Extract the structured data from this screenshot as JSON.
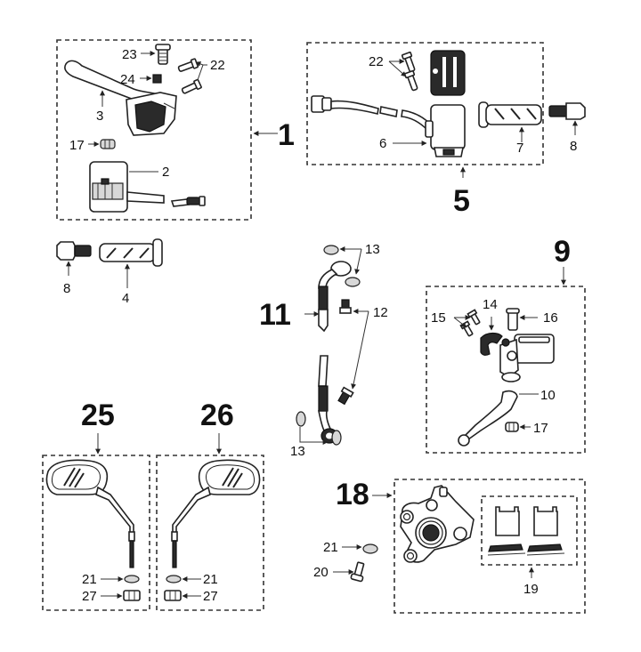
{
  "diagram": {
    "type": "exploded-parts-diagram",
    "subject": "handlebar controls, brake components and mirrors",
    "assemblies": [
      {
        "id": "1",
        "label": "1",
        "parts": [
          "2",
          "3",
          "17",
          "22",
          "23",
          "24"
        ]
      },
      {
        "id": "5",
        "label": "5",
        "parts": [
          "6",
          "7",
          "22"
        ]
      },
      {
        "id": "9",
        "label": "9",
        "parts": [
          "10",
          "14",
          "15",
          "16",
          "17"
        ]
      },
      {
        "id": "11",
        "label": "11",
        "parts": [
          "12",
          "13"
        ]
      },
      {
        "id": "18",
        "label": "18",
        "parts": [
          "19"
        ]
      },
      {
        "id": "25",
        "label": "25",
        "parts": [
          "21",
          "27"
        ]
      },
      {
        "id": "26",
        "label": "26",
        "parts": [
          "21",
          "27"
        ]
      }
    ],
    "callouts": {
      "a1": "1",
      "a5": "5",
      "a9": "9",
      "a11": "11",
      "a18": "18",
      "a25": "25",
      "a26": "26",
      "p2": "2",
      "p3": "3",
      "p4": "4",
      "p6": "6",
      "p7": "7",
      "p8_top": "8",
      "p8_left": "8",
      "p10": "10",
      "p12": "12",
      "p13_top": "13",
      "p13_bottom": "13",
      "p14": "14",
      "p15": "15",
      "p16": "16",
      "p17_a1": "17",
      "p17_a9": "17",
      "p19": "19",
      "p20": "20",
      "p21_caliper": "21",
      "p21_m25": "21",
      "p21_m26": "21",
      "p22_a1": "22",
      "p22_a5": "22",
      "p23": "23",
      "p24": "24",
      "p27_m25": "27",
      "p27_m26": "27"
    },
    "part_names": {
      "lever-left": "3",
      "switch-left": "2",
      "grip-left": "4",
      "bar-end": "8",
      "switch-right": "6",
      "grip-right": "7",
      "brake-lever": "10",
      "brake-hose": "11",
      "banjo-bolt": "12",
      "washer-copper": "13",
      "master-cylinder-clamp": "14",
      "clamp-screw": "15",
      "pivot-bolt": "16",
      "nut": "17",
      "brake-caliper": "18",
      "brake-pads": "19",
      "caliper-bolt": "20",
      "washer": "21",
      "screw": "22",
      "lever-pivot-bolt": "23",
      "lever-nut": "24",
      "mirror-left": "25",
      "mirror-right": "26",
      "mirror-nut": "27"
    }
  }
}
